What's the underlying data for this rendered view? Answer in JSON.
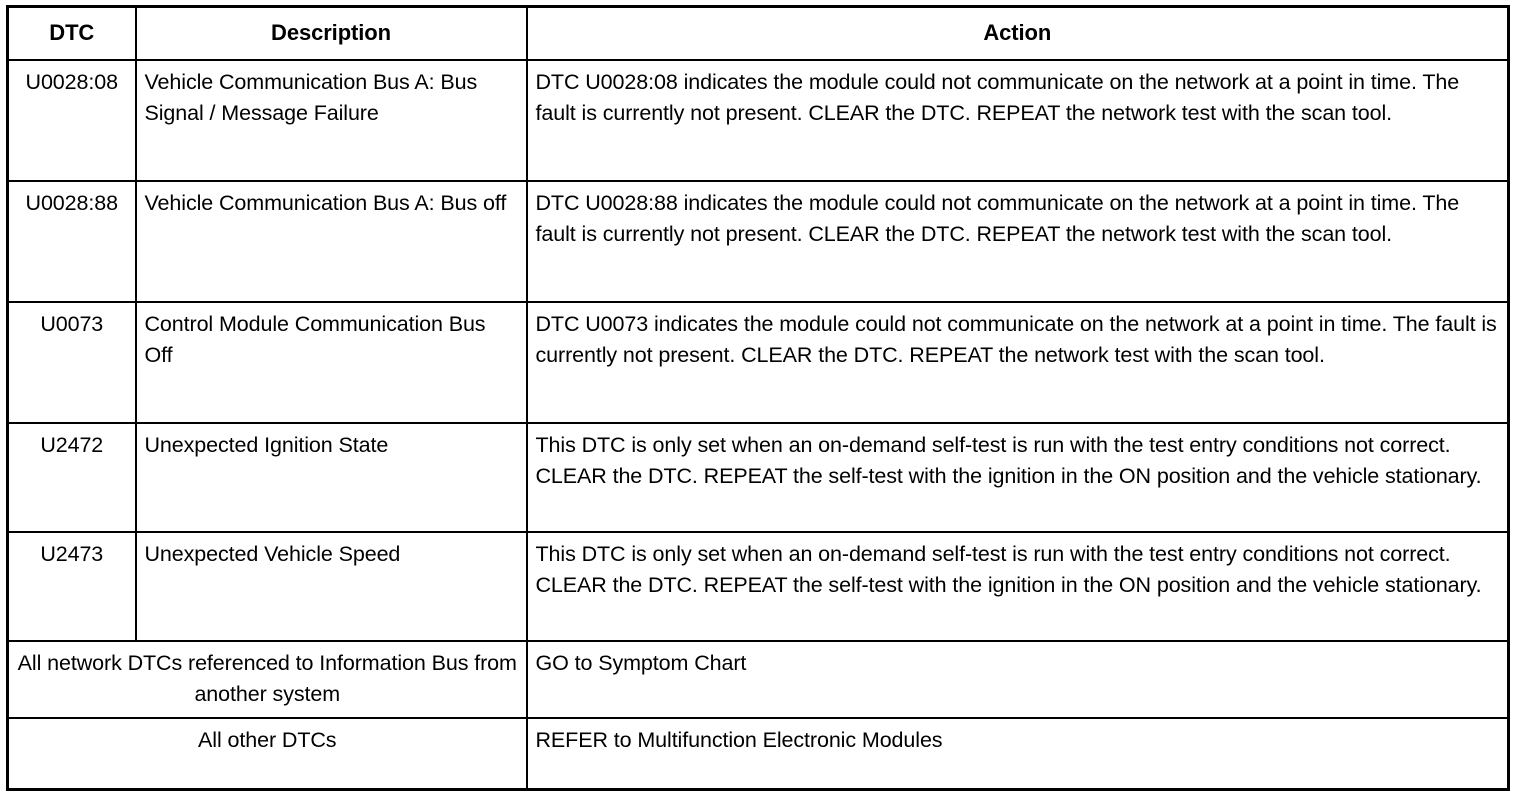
{
  "table": {
    "headers": {
      "dtc": "DTC",
      "description": "Description",
      "action": "Action"
    },
    "rows": [
      {
        "dtc": "U0028:08",
        "description": "Vehicle Communication Bus A: Bus Signal / Message Failure",
        "action": "DTC U0028:08 indicates the module could not communicate on the network at a point in time. The fault is currently not present. CLEAR the DTC. REPEAT the network test with the scan tool."
      },
      {
        "dtc": "U0028:88",
        "description": "Vehicle Communication Bus A: Bus off",
        "action": "DTC U0028:88 indicates the module could not communicate on the network at a point in time. The fault is currently not present. CLEAR the DTC. REPEAT the network test with the scan tool."
      },
      {
        "dtc": "U0073",
        "description": "Control Module Communication Bus Off",
        "action": "DTC U0073 indicates the module could not communicate on the network at a point in time. The fault is currently not present. CLEAR the DTC. REPEAT the network test with the scan tool."
      },
      {
        "dtc": "U2472",
        "description": "Unexpected Ignition State",
        "action": "This DTC is only set when an on-demand self-test is run with the test entry conditions not correct. CLEAR the DTC. REPEAT the self-test with the ignition in the ON position and the vehicle stationary."
      },
      {
        "dtc": "U2473",
        "description": "Unexpected Vehicle Speed",
        "action": "This DTC is only set when an on-demand self-test is run with the test entry conditions not correct. CLEAR the DTC. REPEAT the self-test with the ignition in the ON position and the vehicle stationary."
      }
    ],
    "merged_rows": [
      {
        "label": "All network DTCs referenced to Information Bus from another system",
        "action": "GO to Symptom Chart"
      },
      {
        "label": "All other DTCs",
        "action": "REFER to Multifunction Electronic Modules"
      }
    ]
  }
}
